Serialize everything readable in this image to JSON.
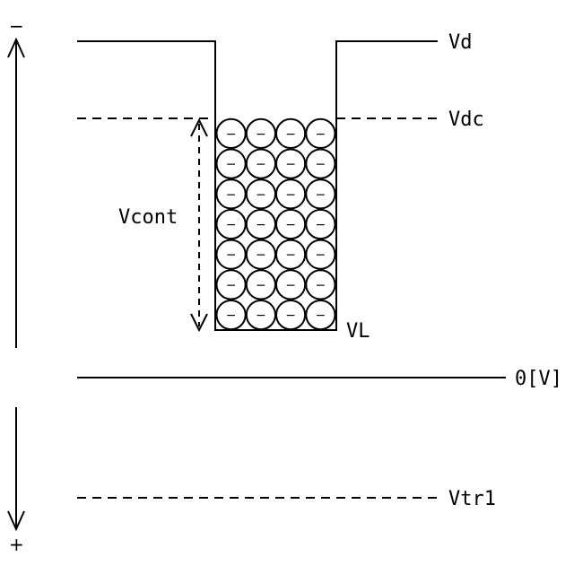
{
  "labels": {
    "vd": "Vd",
    "vdc": "Vdc",
    "vcont": "Vcont",
    "vl": "VL",
    "zero": "0[V]",
    "vtr1": "Vtr1"
  },
  "polarity": {
    "top": "−",
    "bottom": "+"
  },
  "charges": {
    "rows": 7,
    "cols": 4,
    "sign": "−"
  },
  "colors": {
    "ink": "#000000",
    "background": "#ffffff"
  }
}
